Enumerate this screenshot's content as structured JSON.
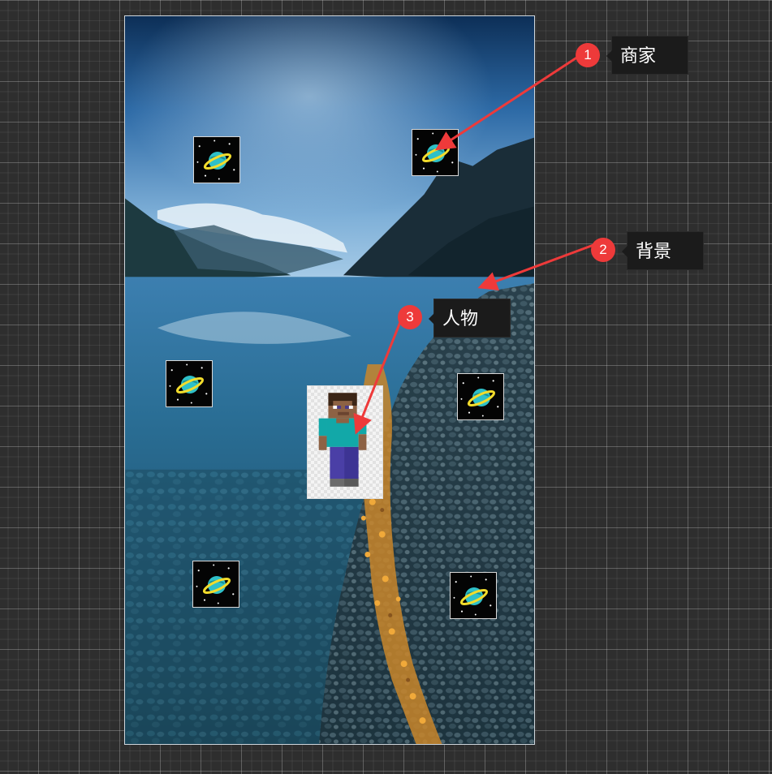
{
  "annotations": [
    {
      "number": "1",
      "label": "商家"
    },
    {
      "number": "2",
      "label": "背景"
    },
    {
      "number": "3",
      "label": "人物"
    }
  ],
  "scene": {
    "background": "lake-mountain-landscape",
    "merchants": [
      "planet-icon",
      "planet-icon",
      "planet-icon",
      "planet-icon",
      "planet-icon",
      "planet-icon"
    ],
    "character": "minecraft-steve-figure"
  },
  "colors": {
    "annotation_red": "#ee3a3a",
    "label_bg": "#1b1b1b",
    "grid_bg": "#2e2e2e"
  }
}
